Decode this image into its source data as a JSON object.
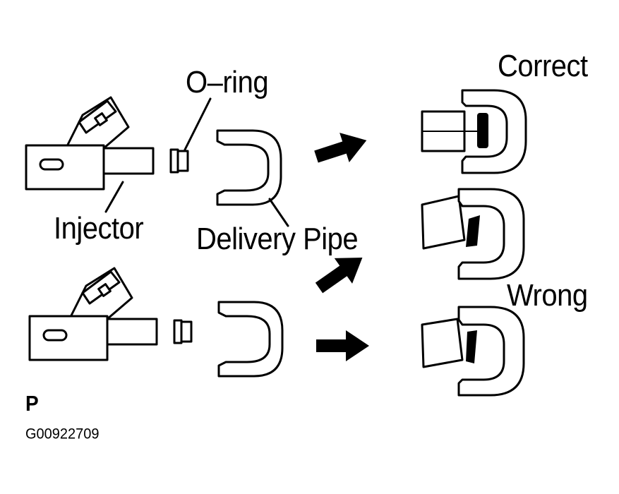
{
  "labels": {
    "o_ring": "O–ring",
    "correct": "Correct",
    "injector": "Injector",
    "delivery_pipe": "Delivery Pipe",
    "wrong": "Wrong",
    "corner_mark": "P",
    "figure_code": "G00922709"
  },
  "colors": {
    "line": "#000000",
    "background": "#ffffff"
  }
}
